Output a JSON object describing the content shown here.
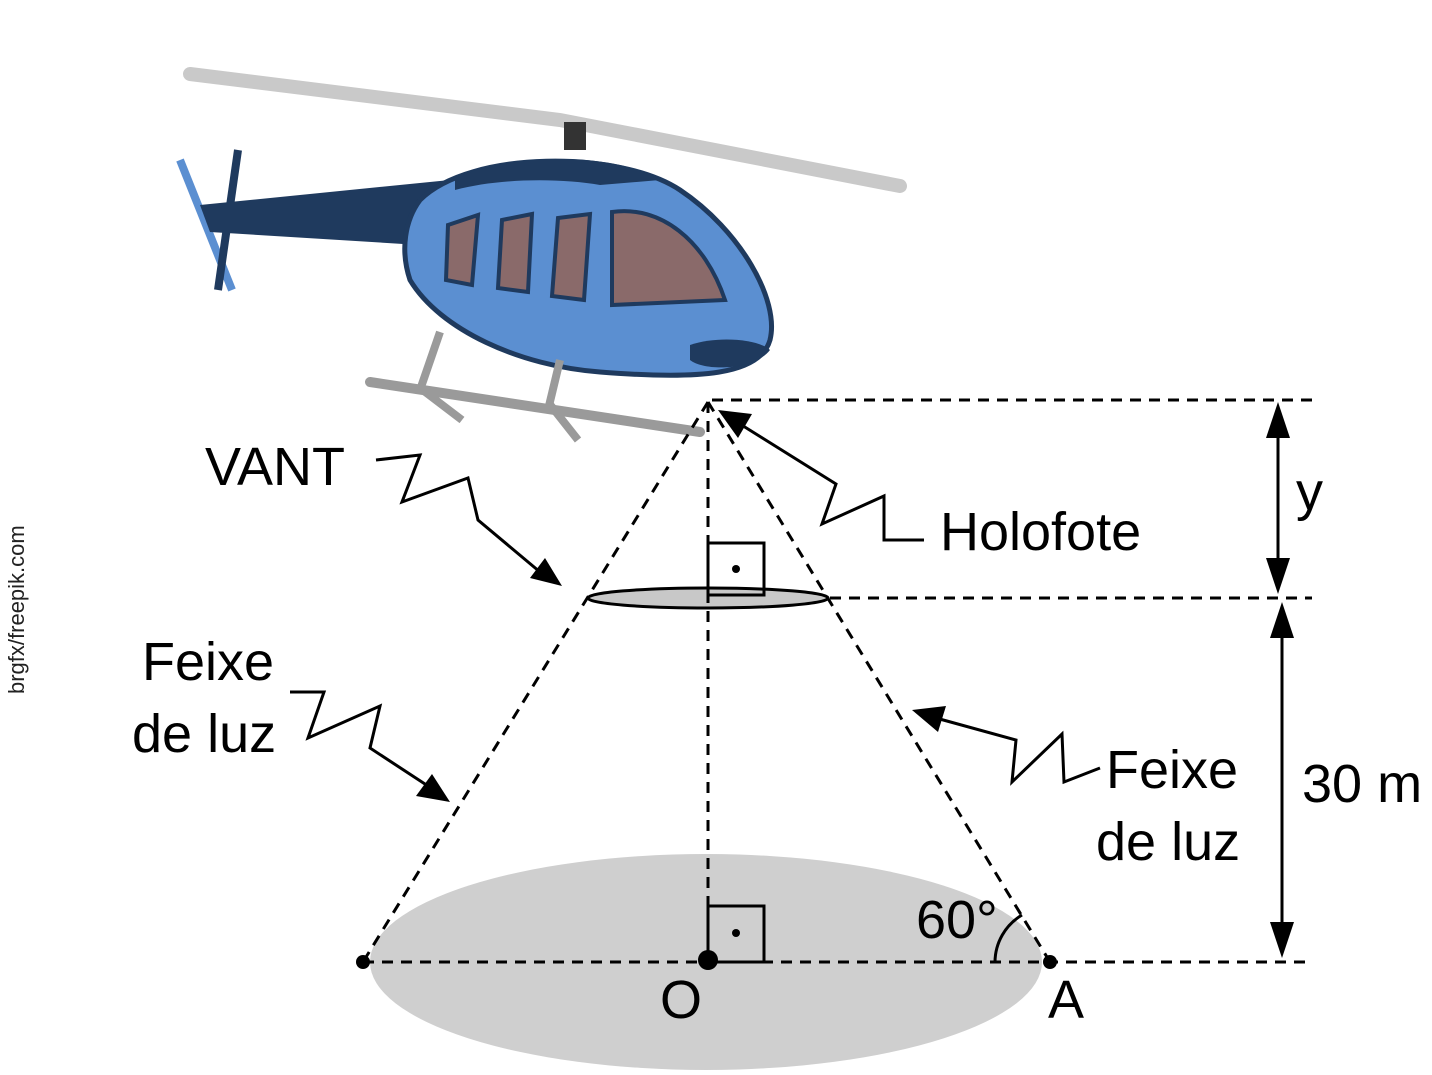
{
  "labels": {
    "vant": "VANT",
    "holofote": "Holofote",
    "feixe_left_1": "Feixe",
    "feixe_left_2": "de luz",
    "feixe_right_1": "Feixe",
    "feixe_right_2": "de luz",
    "y": "y",
    "height": "30 m",
    "angle": "60°",
    "point_o": "O",
    "point_a": "A",
    "credit": "brgfx/freepik.com"
  },
  "colors": {
    "ground_shadow": "#cfcfcf",
    "small_disc": "#c8c8c8",
    "helicopter_body": "#5b8fd1",
    "helicopter_dark": "#1f3a5e",
    "helicopter_window": "#8a6a6a",
    "rotor": "#c9c9c9",
    "skid": "#9a9a9a"
  },
  "icons": [
    "helicopter-icon"
  ]
}
